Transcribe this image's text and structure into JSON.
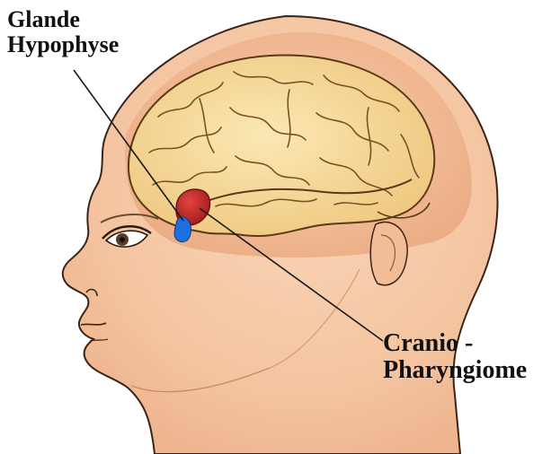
{
  "labels": {
    "pituitary": {
      "line1": "Glande",
      "line2": "Hypophyse"
    },
    "tumor": {
      "line1": "Cranio -",
      "line2": "Pharyngiome"
    }
  },
  "colors": {
    "skin": "#f6c9a8",
    "skin_shadow": "#e8b08a",
    "head_outline": "#3a2418",
    "brain": "#f6dc9a",
    "brain_outline": "#5a3a18",
    "pituitary_gland": "#c0262a",
    "craniopharyngioma": "#1e6fe0",
    "leader_line": "#1a1a1a",
    "label_text": "#111111"
  },
  "icons": {
    "head": "head-profile-illustration",
    "brain": "brain-illustration",
    "eye": "eye-icon",
    "ear": "ear-icon"
  }
}
